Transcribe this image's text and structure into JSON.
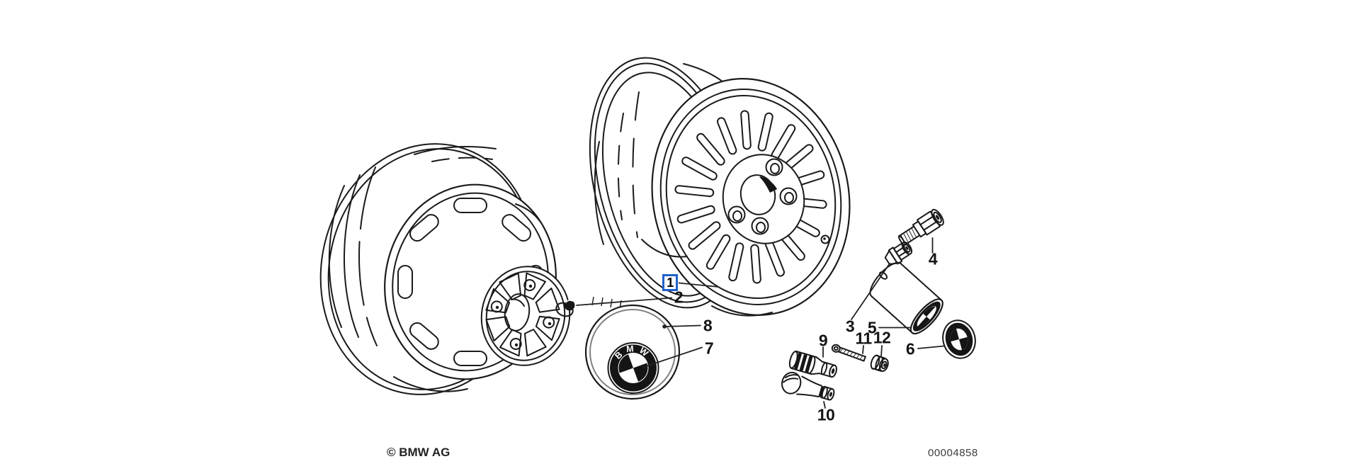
{
  "page": {
    "background": "#ffffff"
  },
  "diagram": {
    "highlight_color": "#2060cc",
    "line_color": "#1a1a1a"
  },
  "callouts": {
    "c1": "1",
    "c2": "2",
    "c3": "3",
    "c4": "4",
    "c5": "5",
    "c6": "6",
    "c7": "7",
    "c8": "8",
    "c9": "9",
    "c10": "10",
    "c11": "11",
    "c12": "12"
  },
  "selected_callout": "1",
  "emblem_letters": "BMW",
  "footer": {
    "copyright": "© BMW AG",
    "doc_number": "00004858"
  }
}
